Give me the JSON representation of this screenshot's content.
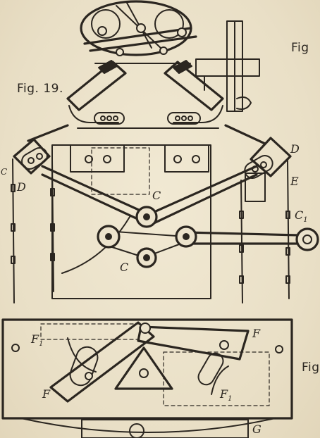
{
  "captions": {
    "fig_top_right": "Fig",
    "fig_19": "Fig. 19.",
    "fig_bottom_right": "Fig"
  },
  "labels": {
    "d_left": "D",
    "d_right": "D",
    "e_right": "E",
    "c_upper": "C",
    "c_lower": "C",
    "c1": "C",
    "c1_sub": "1",
    "f1_left": "F",
    "f1_left_sub": "1",
    "f_right": "F",
    "f_left": "F",
    "f1_right": "F",
    "f1_right_sub": "1",
    "g": "G",
    "c2_edge": "C"
  }
}
